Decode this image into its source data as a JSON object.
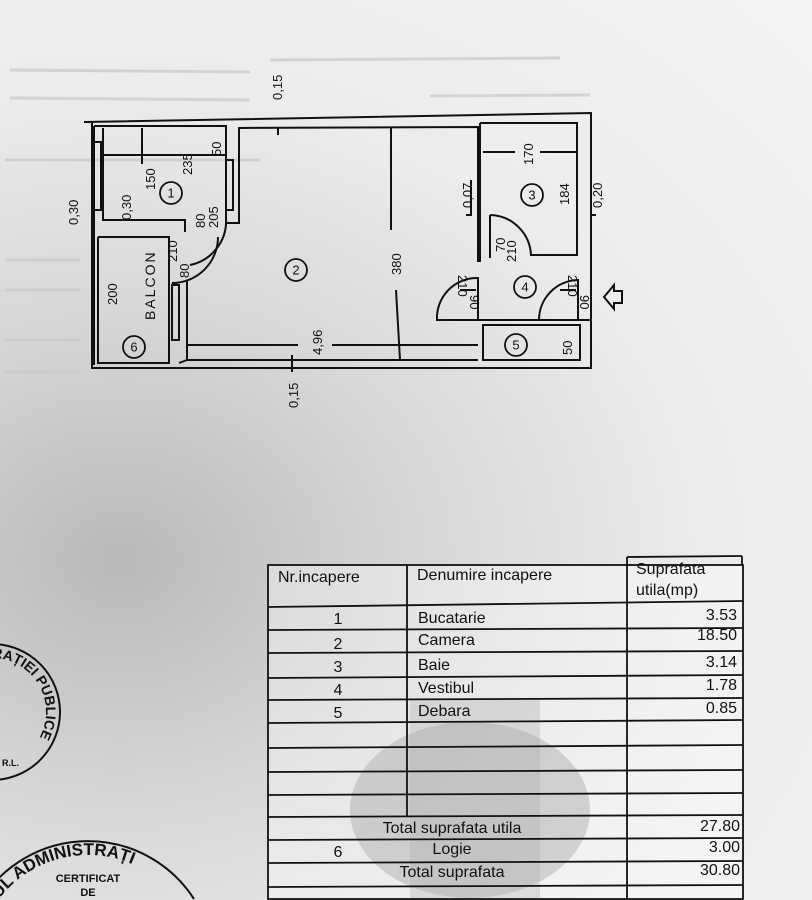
{
  "plan": {
    "rooms": [
      "1",
      "2",
      "3",
      "4",
      "5",
      "6"
    ],
    "balcony_label": "BALCON",
    "dims": {
      "top_wall": "0,15",
      "bottom_wall": "0,15",
      "left_wall": "0,30",
      "kitchen_width": "150",
      "kitchen_length": "235",
      "kitchen_niche": "50",
      "kitchen_wall": "0,30",
      "kitchen_door": "80",
      "kitchen_door_h": "205",
      "balcony_door_h": "210",
      "balcony_door_w": "80",
      "balcony_length": "200",
      "room_width": "380",
      "room_length": "4,96",
      "bath_wall": "0,07",
      "bath_width": "170",
      "bath_length": "184",
      "right_wall": "0,20",
      "bath_door_w": "70",
      "bath_door_h": "210",
      "inner_door_h": "210",
      "inner_door_w": "90",
      "entry_door_h": "210",
      "entry_door_w": "90",
      "storage_width": "50"
    }
  },
  "table": {
    "headers": [
      "Nr.incapere",
      "Denumire incapere",
      "Suprafata",
      "utila(mp)"
    ],
    "rows": [
      {
        "nr": "1",
        "name": "Bucatarie",
        "area": "3.53"
      },
      {
        "nr": "2",
        "name": "Camera",
        "area": "18.50"
      },
      {
        "nr": "3",
        "name": "Baie",
        "area": "3.14"
      },
      {
        "nr": "4",
        "name": "Vestibul",
        "area": "1.78"
      },
      {
        "nr": "5",
        "name": "Debara",
        "area": "0.85"
      }
    ],
    "total_useful_label": "Total suprafata  utila",
    "total_useful": "27.80",
    "logia_nr": "6",
    "logia_label": "Logie",
    "logia_area": "3.00",
    "total_label": "Total suprafata",
    "total": "30.80"
  },
  "stamps": {
    "stamp1_text": "RAȚIEI PUBLICE",
    "stamp1_inner": "R.L.",
    "stamp2_text": "UL ADMINISTRAȚI",
    "stamp2_line1": "CERTIFICAT",
    "stamp2_line2": "DE"
  }
}
